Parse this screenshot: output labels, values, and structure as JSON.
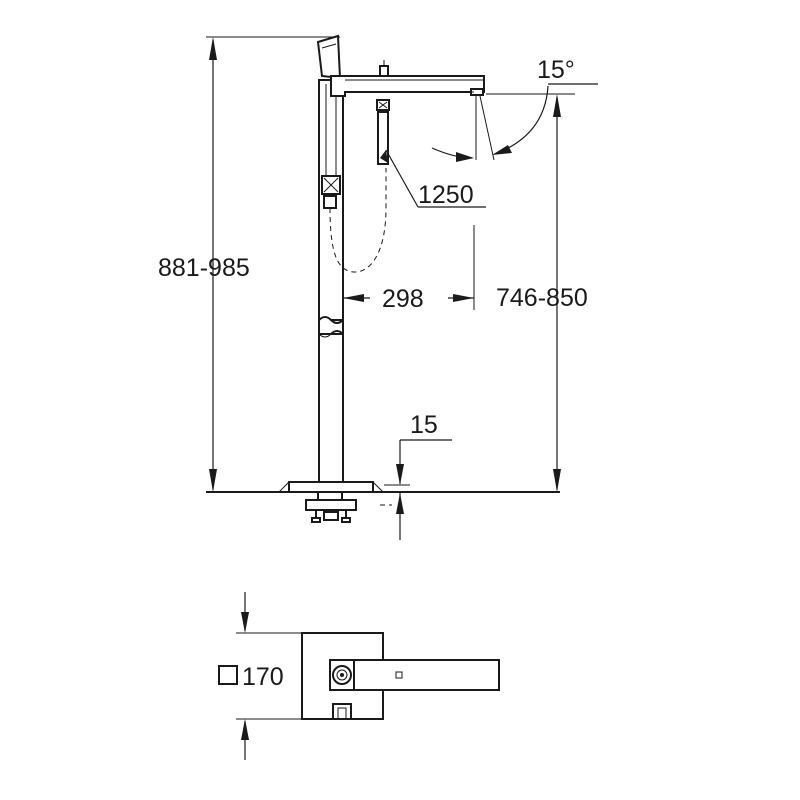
{
  "dimensions": {
    "overall_height": "881-985",
    "spout_height": "746-850",
    "spout_reach": "298",
    "hose_length": "1250",
    "swivel_angle": "15°",
    "floor_offset": "15",
    "base_size": "170"
  },
  "icons": {
    "base_symbol": "square-symbol-icon"
  }
}
